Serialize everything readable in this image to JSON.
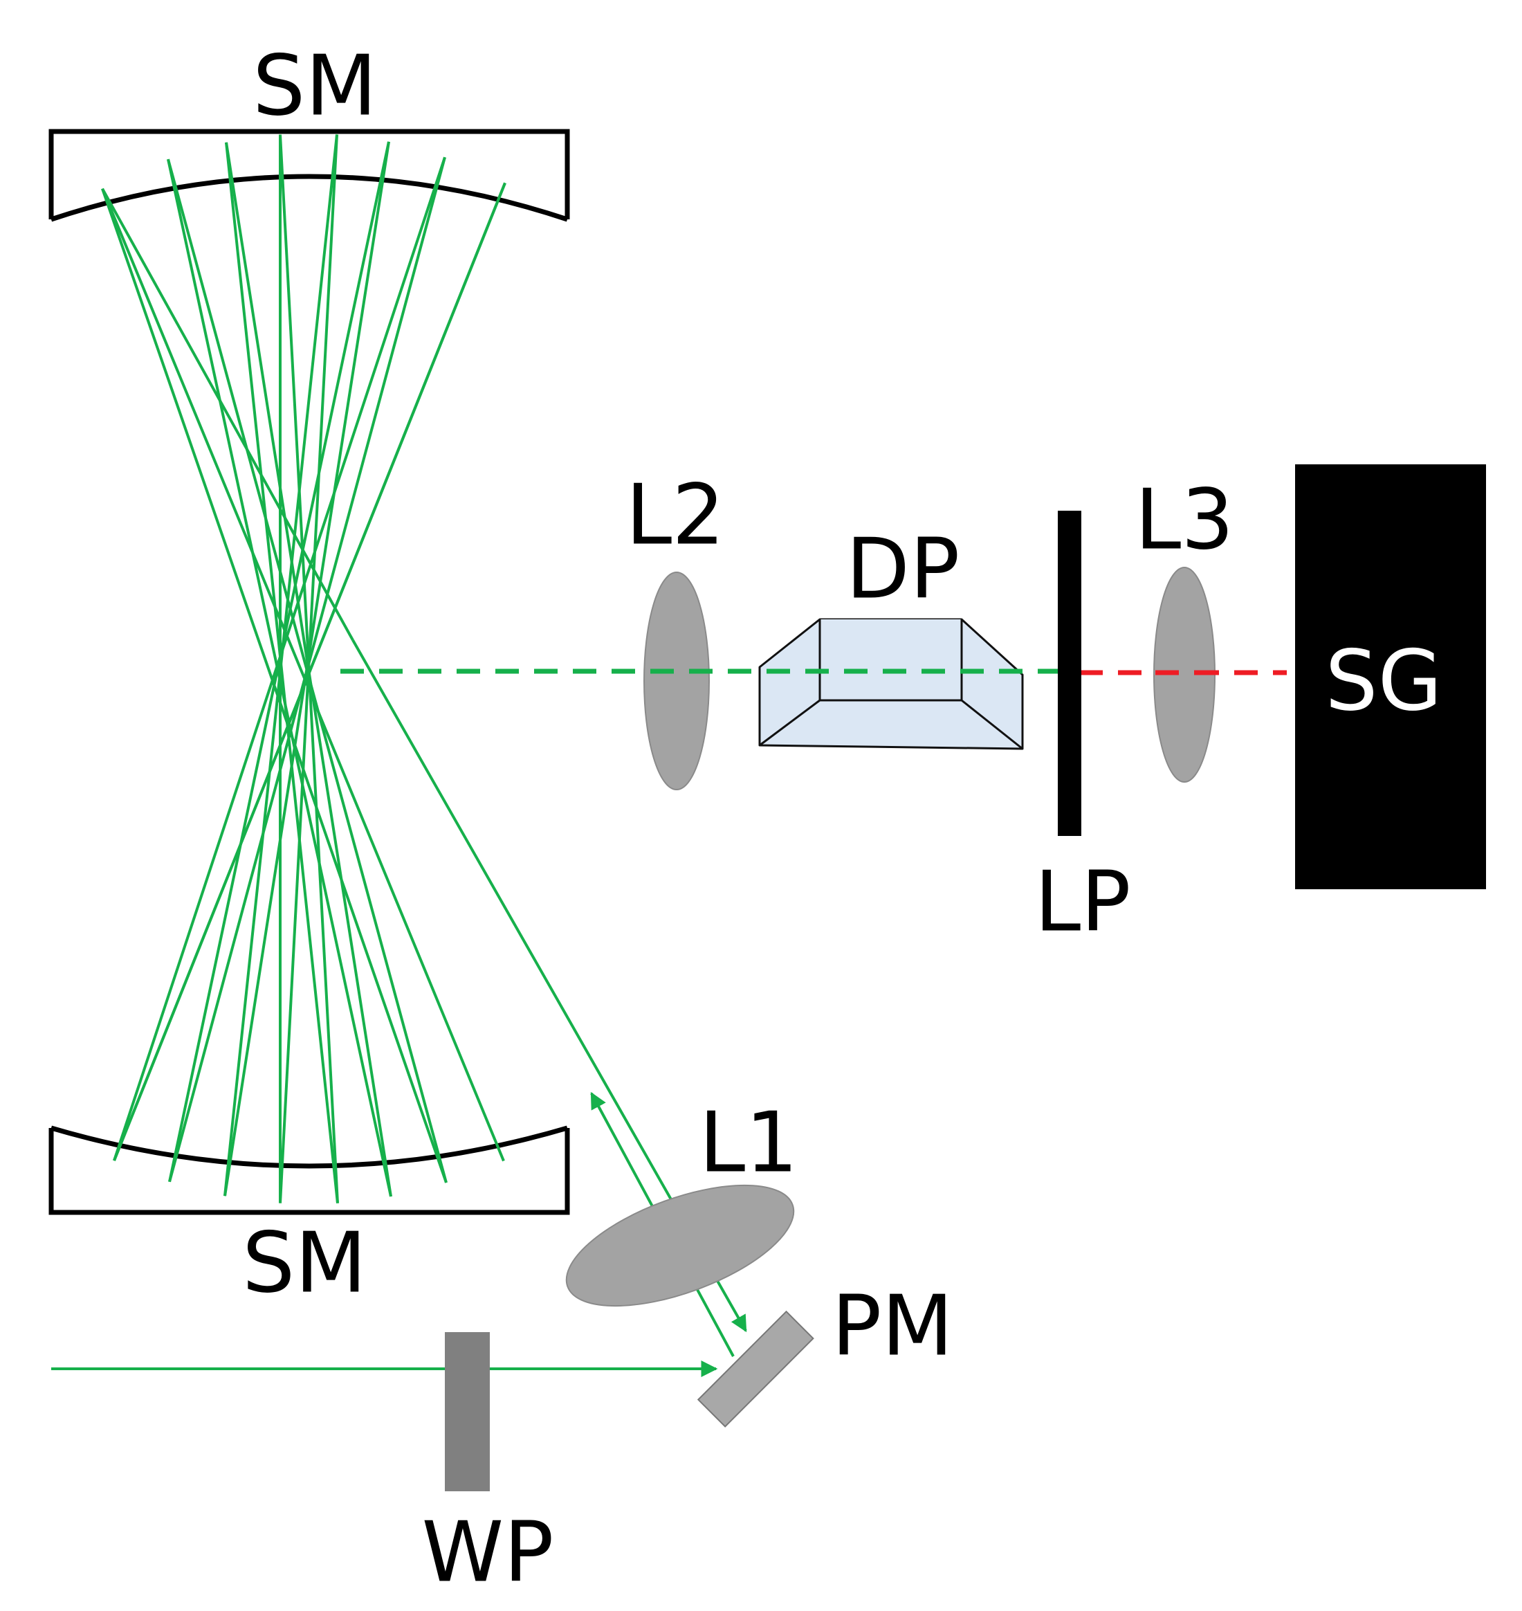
{
  "labels": {
    "sm_top": "SM",
    "sm_bottom": "SM",
    "l1": "L1",
    "l2": "L2",
    "l3": "L3",
    "dp": "DP",
    "lp": "LP",
    "sg": "SG",
    "pm": "PM",
    "wp": "WP"
  },
  "colors": {
    "beam": "#16b04b",
    "output_beam": "#ee1c24",
    "lens": "#a3a3a3",
    "prism": "#dbe7f4",
    "wave_plate": "#808080",
    "sg_box": "#000000"
  }
}
